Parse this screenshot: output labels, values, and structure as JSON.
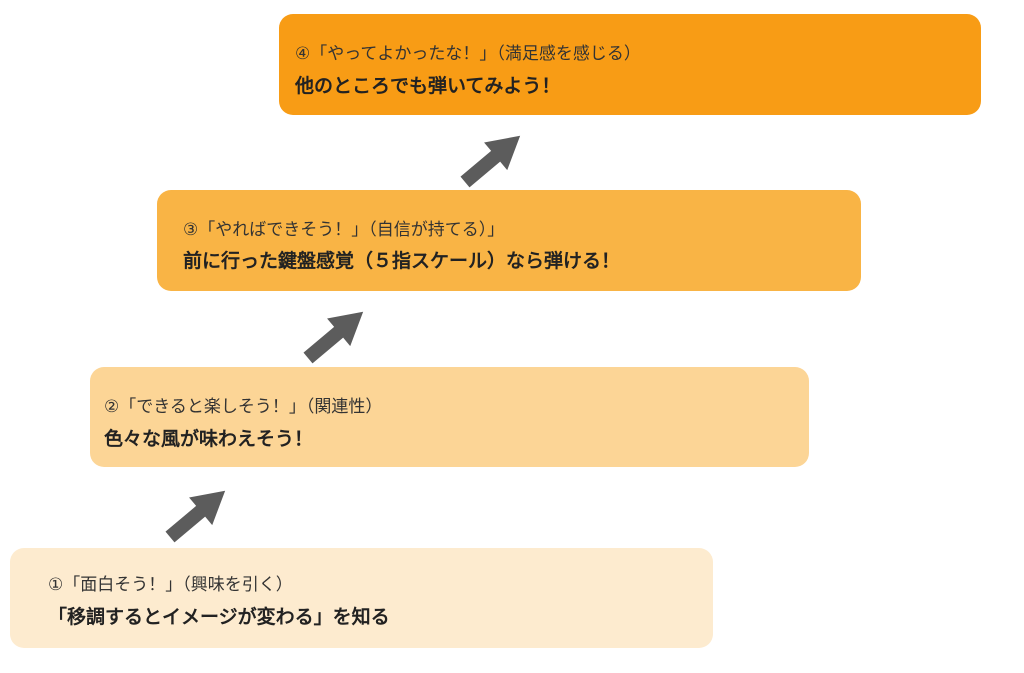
{
  "colors": {
    "step1_bg": "#fdebcf",
    "step2_bg": "#fcd596",
    "step3_bg": "#f9b445",
    "step4_bg": "#f89c15",
    "arrow": "#5c5c5c"
  },
  "steps": [
    {
      "sub": "①「面白そう！」（興味を引く）",
      "main": "「移調するとイメージが変わる」を知る"
    },
    {
      "sub": "②「できると楽しそう！」（関連性）",
      "main": "色々な風が味わえそう！"
    },
    {
      "sub": "③「やればできそう！」（自信が持てる）」",
      "main": "前に行った鍵盤感覚（５指スケール）なら弾ける！"
    },
    {
      "sub": "④「やってよかったな！」（満足感を感じる）",
      "main": "他のところでも弾いてみよう！"
    }
  ],
  "arrows": [
    {
      "icon": "up-right-arrow-icon"
    },
    {
      "icon": "up-right-arrow-icon"
    },
    {
      "icon": "up-right-arrow-icon"
    }
  ]
}
